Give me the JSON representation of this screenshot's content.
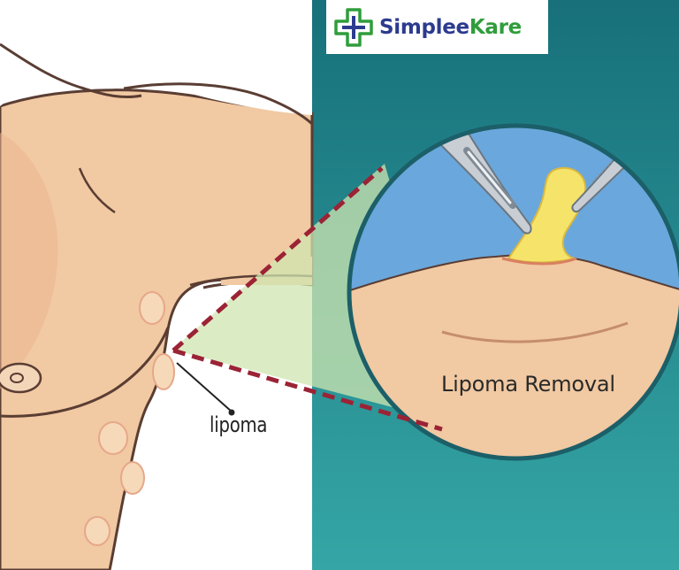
{
  "logo": {
    "part1": "Simplee",
    "part2": "Kare",
    "color_part1": "#2c3b8f",
    "color_part2": "#2f9d3b",
    "icon": "medical-cross-icon"
  },
  "labels": {
    "lipoma": "lipoma",
    "procedure": "Lipoma Removal"
  },
  "colors": {
    "skin": "#f1c9a2",
    "skin_shadow": "#e9b58f",
    "outline": "#5a3d33",
    "teal": "#1f7f88",
    "sky": "#6aa7dc",
    "fat": "#f6e36a",
    "dashed_line": "#9b2335",
    "zoom_cone": "#cfe6b0"
  }
}
